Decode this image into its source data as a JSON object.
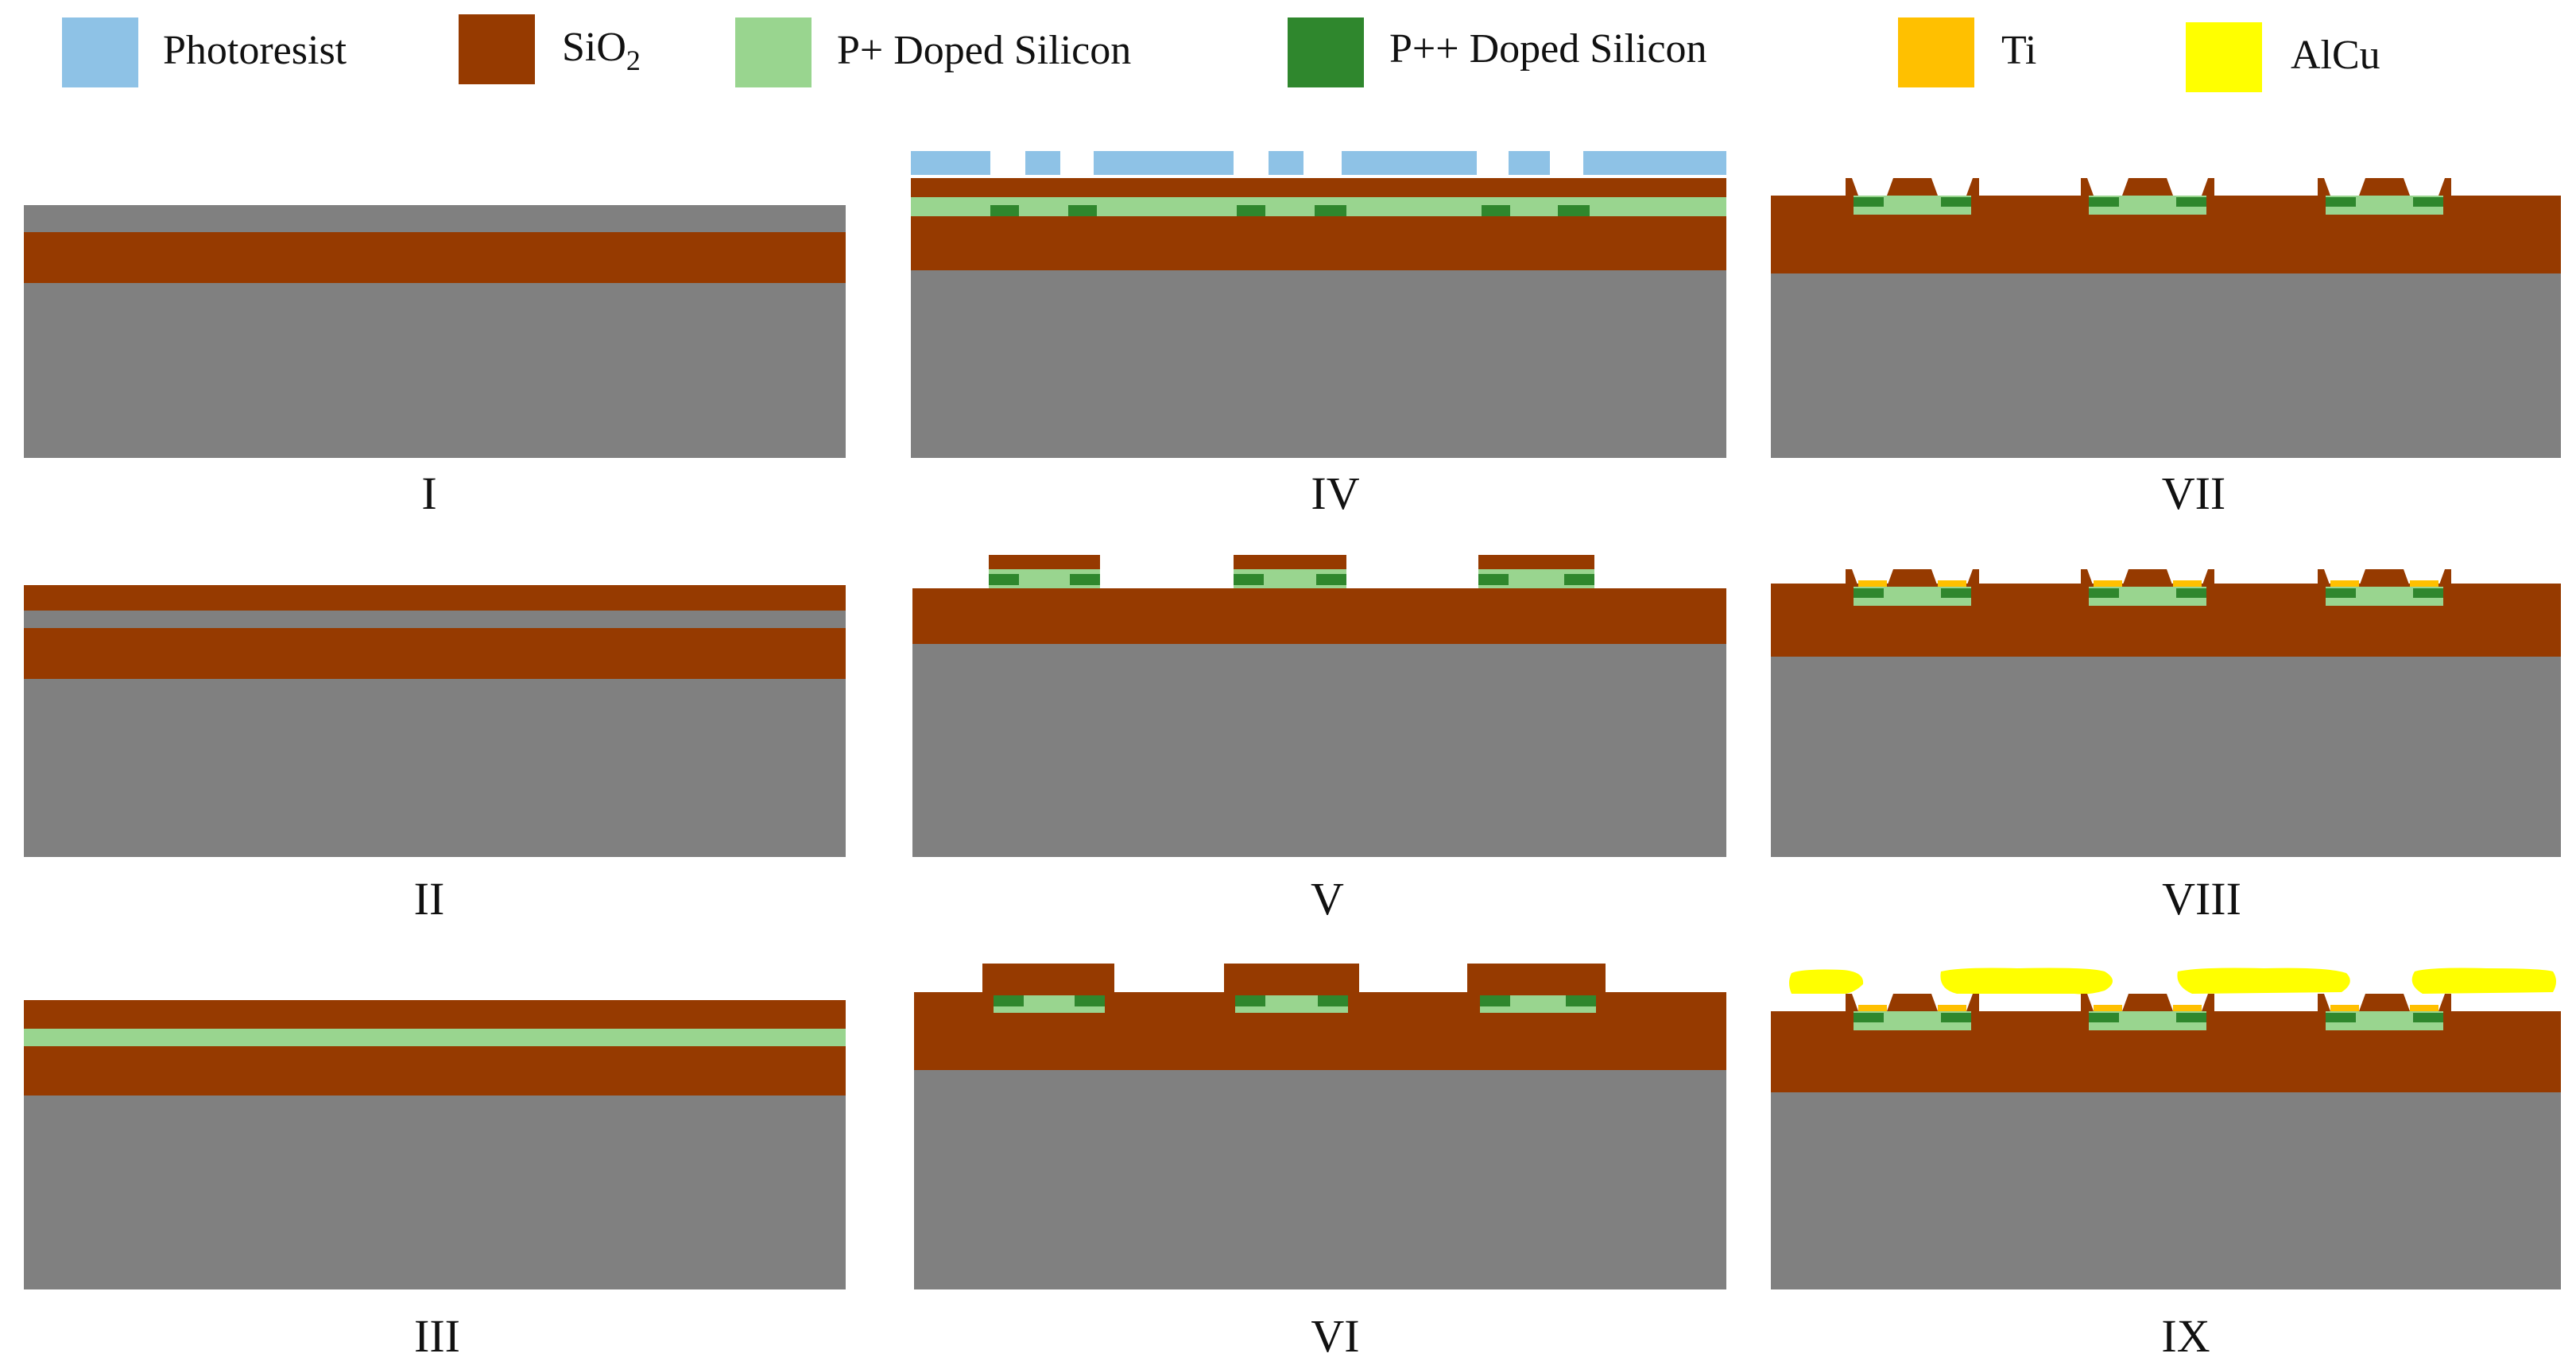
{
  "colors": {
    "photoresist": "#8ec2e6",
    "sio2": "#963a00",
    "p_plus": "#99d58f",
    "p_plus_plus": "#2f872d",
    "ti": "#ffc000",
    "alcu": "#ffff00",
    "substrate": "#808080",
    "background": "#ffffff"
  },
  "legend": {
    "photoresist": "Photoresist",
    "sio2_main": "SiO",
    "sio2_sub": "2",
    "p_plus": "P+ Doped Silicon",
    "p_plus_plus": "P++ Doped Silicon",
    "ti": "Ti",
    "alcu": "AlCu"
  },
  "steps": {
    "s1": "I",
    "s2": "II",
    "s3": "III",
    "s4": "IV",
    "s5": "V",
    "s6": "VI",
    "s7": "VII",
    "s8": "VIII",
    "s9": "IX"
  }
}
